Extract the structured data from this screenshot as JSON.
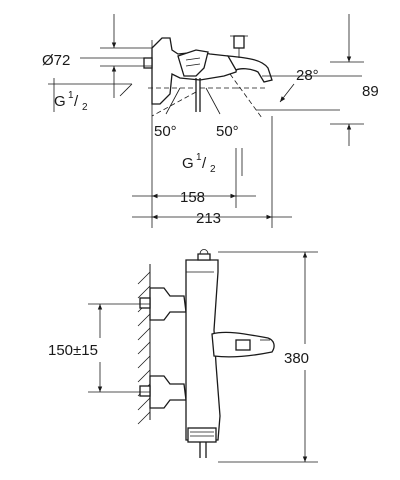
{
  "top_view": {
    "diameter": "Ø72",
    "thread_left": {
      "main": "G",
      "sup": "1",
      "slash": "/",
      "sub": "2"
    },
    "angle_spout": "28°",
    "height_89": "89",
    "angle_left": "50°",
    "angle_right": "50°",
    "thread_bottom": {
      "main": "G",
      "sup": "1",
      "slash": "/",
      "sub": "2"
    },
    "dim_158": "158",
    "dim_213": "213"
  },
  "front_view": {
    "dim_spacing": "150±15",
    "dim_height": "380"
  }
}
